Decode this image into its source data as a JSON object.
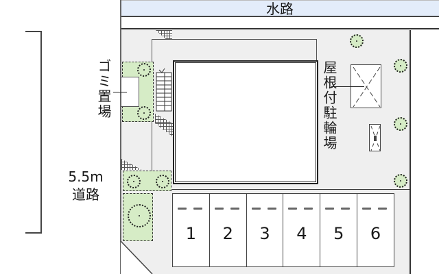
{
  "map": {
    "canal_label": "水路",
    "road": {
      "width_label": "5.5m",
      "name_label": "道路"
    },
    "garbage_area_label": "ゴミ置場",
    "bike_parking_label": "屋根付駐輪場",
    "parking_spaces": [
      {
        "number": "1"
      },
      {
        "number": "2"
      },
      {
        "number": "3"
      },
      {
        "number": "4"
      },
      {
        "number": "5"
      },
      {
        "number": "6"
      }
    ],
    "colors": {
      "canal": "#e3ecfa",
      "site": "#efefef",
      "greenery": "#d6ecc6",
      "building": "#ffffff",
      "lines": "#333333"
    }
  }
}
